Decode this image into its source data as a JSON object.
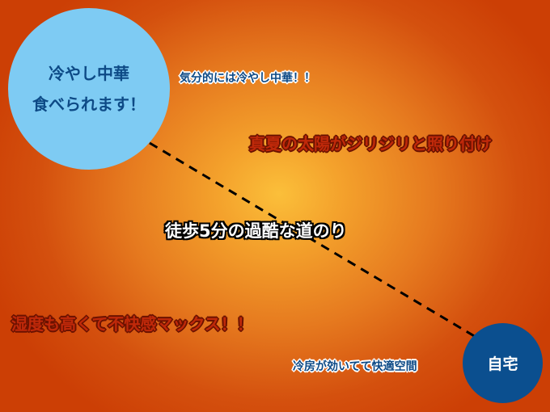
{
  "destination": {
    "line1": "冷やし中華",
    "line2": "食べられます！",
    "note": "気分的には冷やし中華！！",
    "color": "#7ecbf3"
  },
  "home": {
    "label": "自宅",
    "note": "冷房が効いてて快適空間",
    "color": "#0b4f8f"
  },
  "route": {
    "label": "徒歩5分の過酷な道のり"
  },
  "conditions": {
    "sun": "真夏の太陽がジリジリと照り付け",
    "humidity": "湿度も高くて不快感マックス！！"
  },
  "colors": {
    "background_center": "#fbbf3a",
    "background_edge": "#cc3f05",
    "warning_text": "#c0290a",
    "note_text": "#0d4a86"
  }
}
